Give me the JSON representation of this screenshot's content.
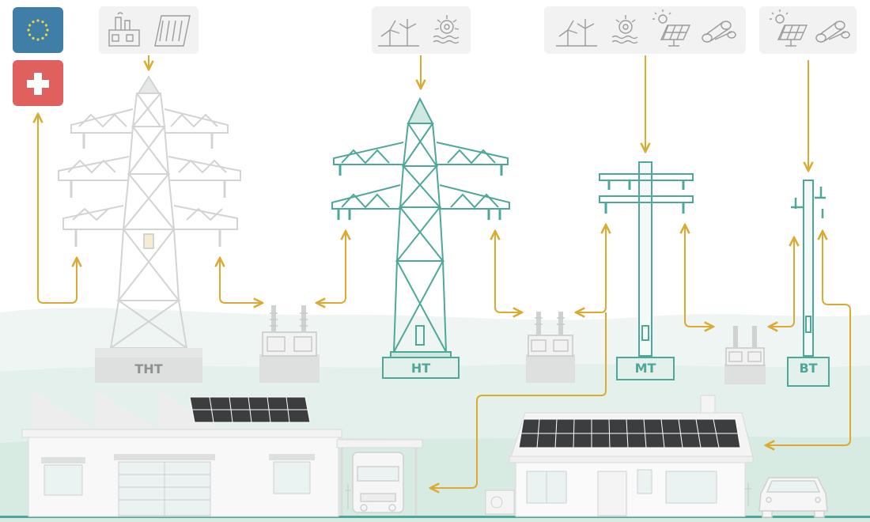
{
  "levels": {
    "tht": "THT",
    "ht": "HT",
    "mt": "MT",
    "bt": "BT"
  },
  "flags": {
    "eu": "eu-flag-icon",
    "ch": "swiss-flag-icon"
  },
  "sources": {
    "tht": [
      "power-plant-icon",
      "hydro-dam-icon"
    ],
    "ht": [
      "wind-turbine-icon",
      "hydro-turbine-icon"
    ],
    "mt": [
      "wind-turbine-icon",
      "hydro-turbine-icon",
      "solar-panel-icon",
      "biomass-logs-icon"
    ],
    "bt": [
      "solar-panel-icon",
      "biomass-logs-icon"
    ]
  },
  "colors": {
    "arrow": "#dcaa32",
    "tht_tower": "#d2d4d4",
    "network": "#4ea89a",
    "eu_blue": "#3f7fa7",
    "ch_red": "#e0605f",
    "ground": "#e7f2ee",
    "building": "#e5e6e6",
    "panel": "#3b3d3f"
  }
}
